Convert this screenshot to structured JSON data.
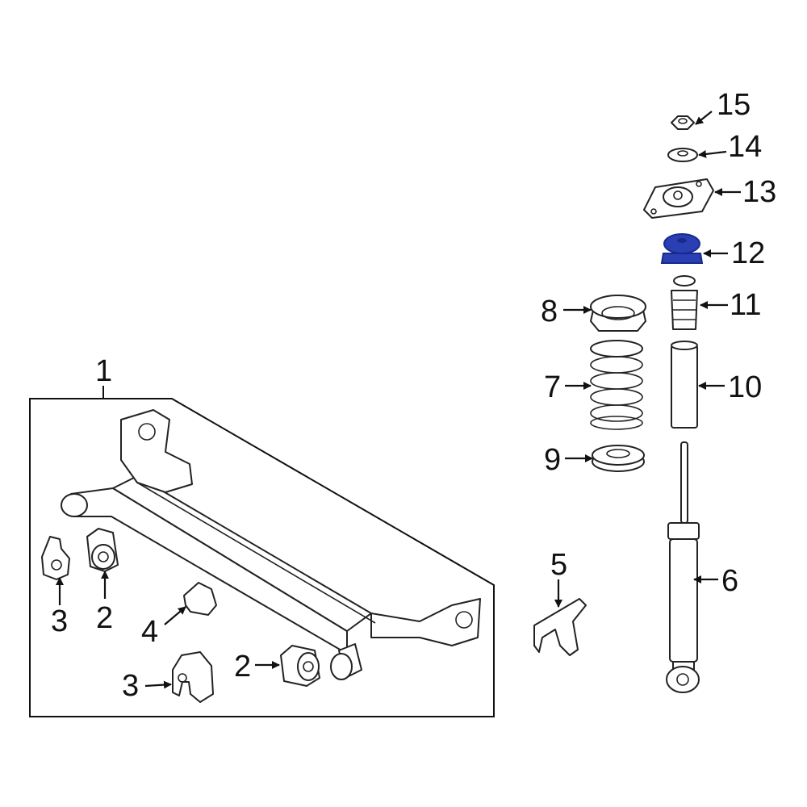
{
  "labels": {
    "l1": "1",
    "l2a": "2",
    "l2b": "2",
    "l3a": "3",
    "l3b": "3",
    "l4": "4",
    "l5": "5",
    "l6": "6",
    "l7": "7",
    "l8": "8",
    "l9": "9",
    "l10": "10",
    "l11": "11",
    "l12": "12",
    "l13": "13",
    "l14": "14",
    "l15": "15"
  },
  "colors": {
    "line": "#222222",
    "highlight": "#2b3fb5",
    "highlight_dark": "#1a2a8a",
    "background": "#ffffff"
  },
  "highlighted_part": "12"
}
